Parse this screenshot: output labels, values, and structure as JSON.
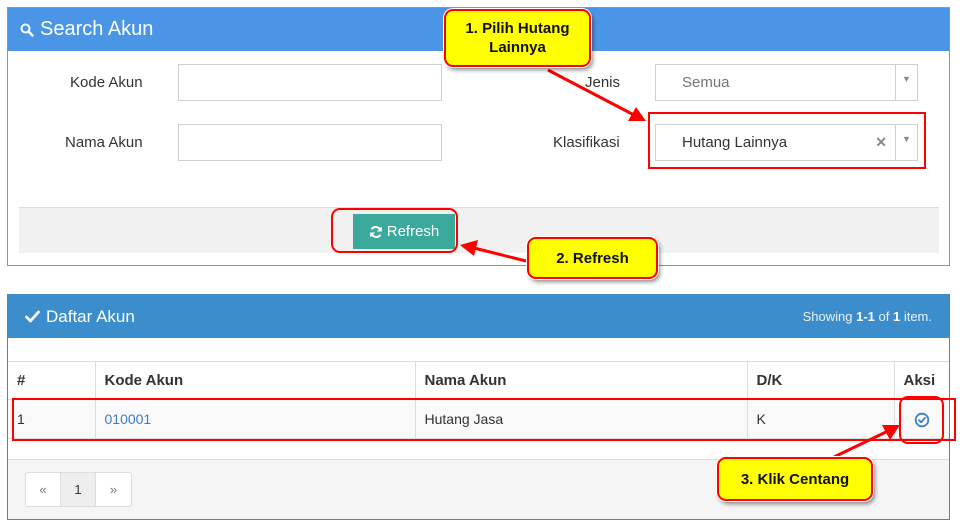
{
  "search": {
    "title": "Search Akun",
    "icon": "search-icon",
    "kode_akun_label": "Kode Akun",
    "kode_akun_value": "",
    "nama_akun_label": "Nama Akun",
    "nama_akun_value": "",
    "jenis_label": "Jenis",
    "jenis_value": "Semua",
    "klasifikasi_label": "Klasifikasi",
    "klasifikasi_value": "Hutang Lainnya",
    "refresh_label": "Refresh",
    "header_color": "#4b95e6",
    "button_color": "#3ba99c"
  },
  "list": {
    "title": "Daftar Akun",
    "summary_prefix": "Showing ",
    "summary_range": "1-1",
    "summary_mid": " of ",
    "summary_total": "1",
    "summary_suffix": " item.",
    "header_color": "#3c8dcc",
    "columns": [
      "#",
      "Kode Akun",
      "Nama Akun",
      "D/K",
      "Aksi"
    ],
    "rows": [
      {
        "no": "1",
        "kode": "010001",
        "nama": "Hutang Jasa",
        "dk": "K",
        "action_icon": "check-circle-icon"
      }
    ],
    "pagination": {
      "prev": "«",
      "page": "1",
      "next": "»"
    }
  },
  "annotations": {
    "step1": "1. Pilih Hutang Lainnya",
    "step1_line1": "1. Pilih Hutang",
    "step1_line2": "Lainnya",
    "step2": "2. Refresh",
    "step3": "3. Klik Centang",
    "callout_color": "#ffff00",
    "border_color": "#ff0000"
  }
}
